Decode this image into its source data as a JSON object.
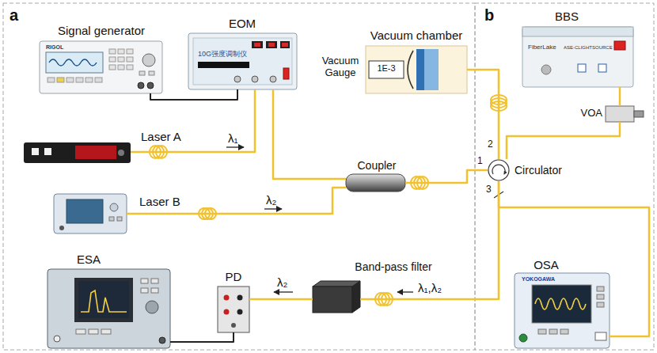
{
  "diagram": {
    "nodes": [
      {
        "text": [
          "Signal generator",
          "RIGOL"
        ]
      },
      {
        "text": [
          "EOM",
          "10G强度调制仪"
        ]
      },
      {
        "text": [
          "Vacuum chamber",
          "1E-3"
        ]
      },
      {
        "text": [
          "BBS",
          "FiberLake",
          "ASE-CLIGHTSOURCE"
        ]
      },
      {
        "text": [
          "VOA"
        ]
      },
      {
        "text": [
          "Laser A"
        ]
      },
      {
        "text": [
          "Coupler"
        ]
      },
      {
        "text": [
          "Circulator"
        ]
      },
      {
        "text": [
          "Laser B"
        ]
      },
      {
        "text": [
          "OSA",
          "YOKOGAWA"
        ]
      },
      {
        "text": [
          "ESA"
        ]
      },
      {
        "text": [
          "PD"
        ]
      },
      {
        "text": [
          "Band-pass filter"
        ]
      }
    ],
    "edges": [
      {
        "from": 0,
        "to": 1,
        "arrow": "none"
      },
      {
        "from": 5,
        "to": 1,
        "arrow": "none"
      },
      {
        "from": 1,
        "to": 6,
        "arrow": "none"
      },
      {
        "from": 8,
        "to": 6,
        "arrow": "none"
      },
      {
        "from": 6,
        "to": 7,
        "arrow": "none"
      },
      {
        "from": 7,
        "to": 2,
        "arrow": "none"
      },
      {
        "from": 3,
        "to": 4,
        "arrow": "none"
      },
      {
        "from": 4,
        "to": 7,
        "arrow": "none"
      },
      {
        "from": 7,
        "to": 12,
        "arrow": "none"
      },
      {
        "from": 7,
        "to": 9,
        "arrow": "none"
      },
      {
        "from": 12,
        "to": 11,
        "arrow": "none"
      },
      {
        "from": 11,
        "to": 10,
        "arrow": "none"
      }
    ],
    "labels": [
      "a",
      "b",
      "Vacuum Gauge",
      "λ₁",
      "λ₂",
      "1",
      "2",
      "3",
      "λ₂",
      "λ₁,λ₂"
    ]
  }
}
